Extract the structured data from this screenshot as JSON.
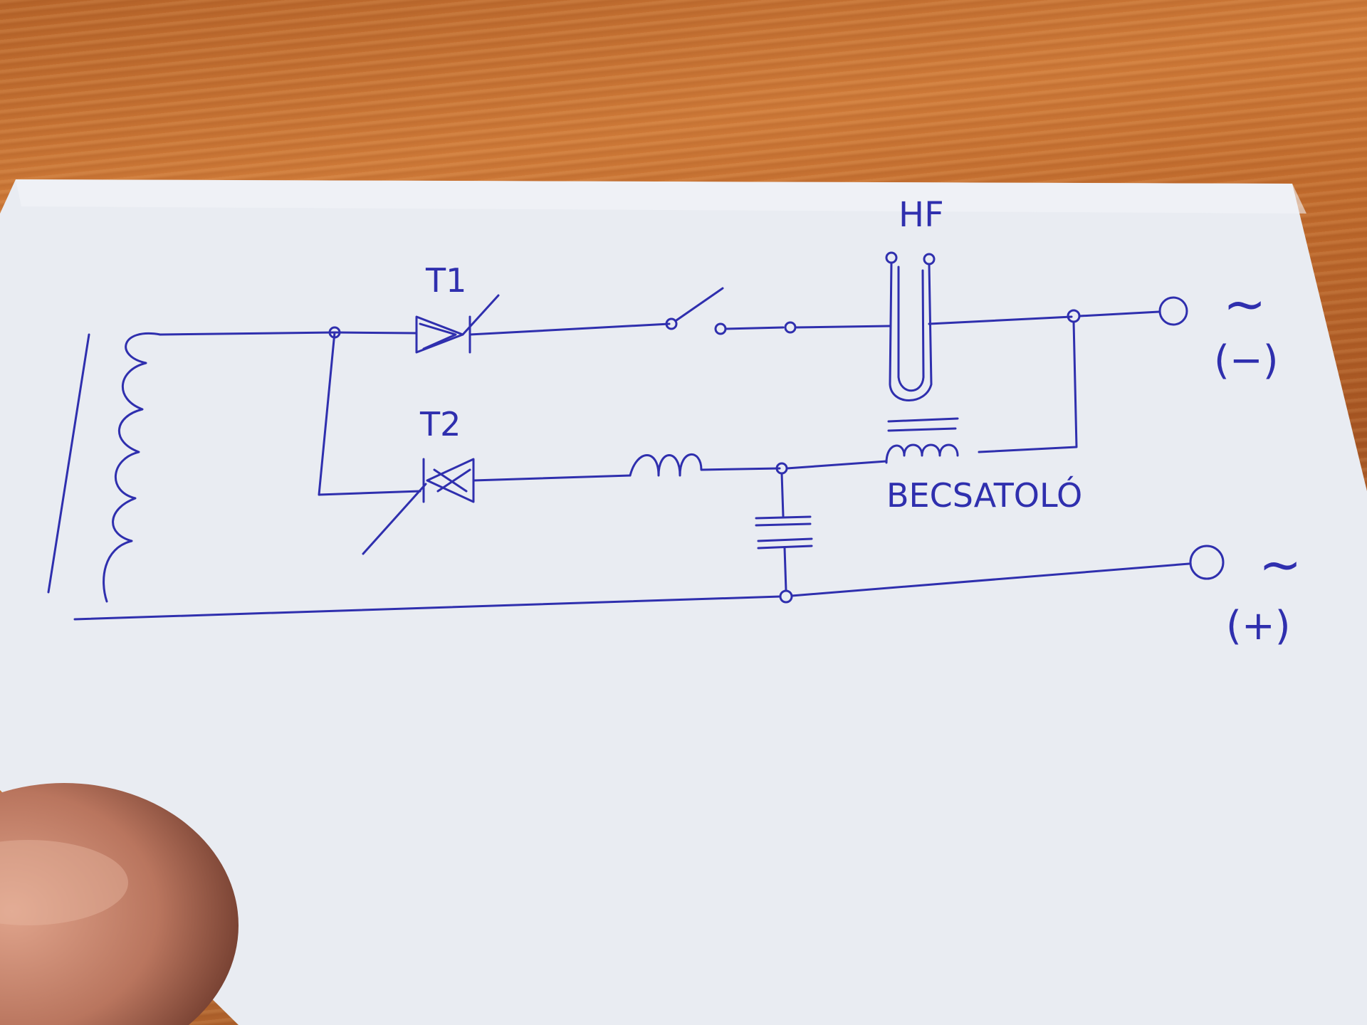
{
  "labels": {
    "t1": "T1",
    "t2": "T2",
    "hf": "HF",
    "coupler": "BECSATOLÓ",
    "terminal_top_symbol": "~",
    "terminal_top_polarity": "(−)",
    "terminal_bottom_symbol": "~",
    "terminal_bottom_polarity": "(+)"
  },
  "colors": {
    "ink": "#2f2fae",
    "paper": "#e9ecf2",
    "desk": "#c06a2c"
  }
}
